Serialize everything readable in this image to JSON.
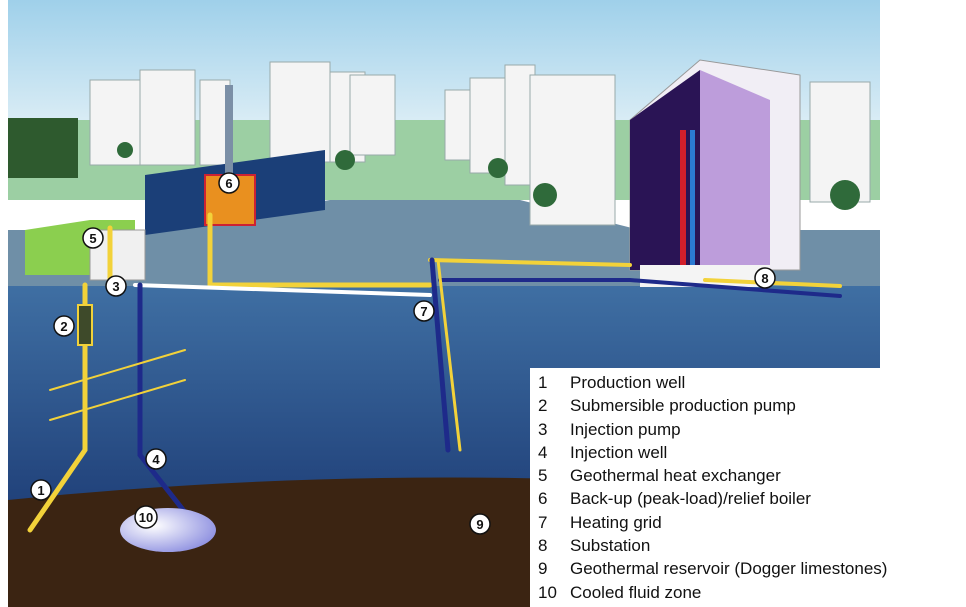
{
  "markers": [
    "1",
    "2",
    "3",
    "4",
    "5",
    "6",
    "7",
    "8",
    "9",
    "10"
  ],
  "legend": [
    {
      "num": "1",
      "text": "Production well"
    },
    {
      "num": "2",
      "text": "Submersible production pump"
    },
    {
      "num": "3",
      "text": "Injection pump"
    },
    {
      "num": "4",
      "text": "Injection well"
    },
    {
      "num": "5",
      "text": "Geothermal heat exchanger"
    },
    {
      "num": "6",
      "text": "Back-up (peak-load)/relief boiler"
    },
    {
      "num": "7",
      "text": "Heating grid"
    },
    {
      "num": "8",
      "text": "Substation"
    },
    {
      "num": "9",
      "text": "Geothermal reservoir (Dogger limestones)"
    },
    {
      "num": "10",
      "text": "Cooled fluid zone"
    }
  ],
  "colors": {
    "hot_pipe": "#f2d23a",
    "cold_pipe": "#1e2a8a",
    "ground": "#2f5d8f",
    "reservoir": "#3b2412",
    "sky": "#cfe6f2",
    "building_purple": "#2a1455"
  }
}
